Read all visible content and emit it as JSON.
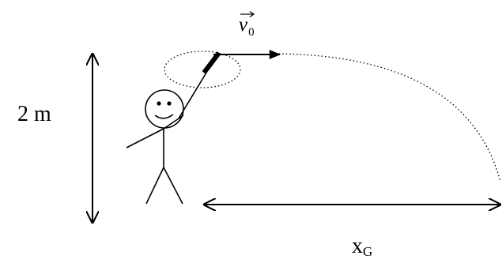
{
  "labels": {
    "height": "2 m",
    "velocity_symbol": "v",
    "velocity_subscript": "0",
    "range_symbol": "x",
    "range_subscript": "G"
  },
  "colors": {
    "ink": "#000000",
    "background": "#ffffff"
  }
}
